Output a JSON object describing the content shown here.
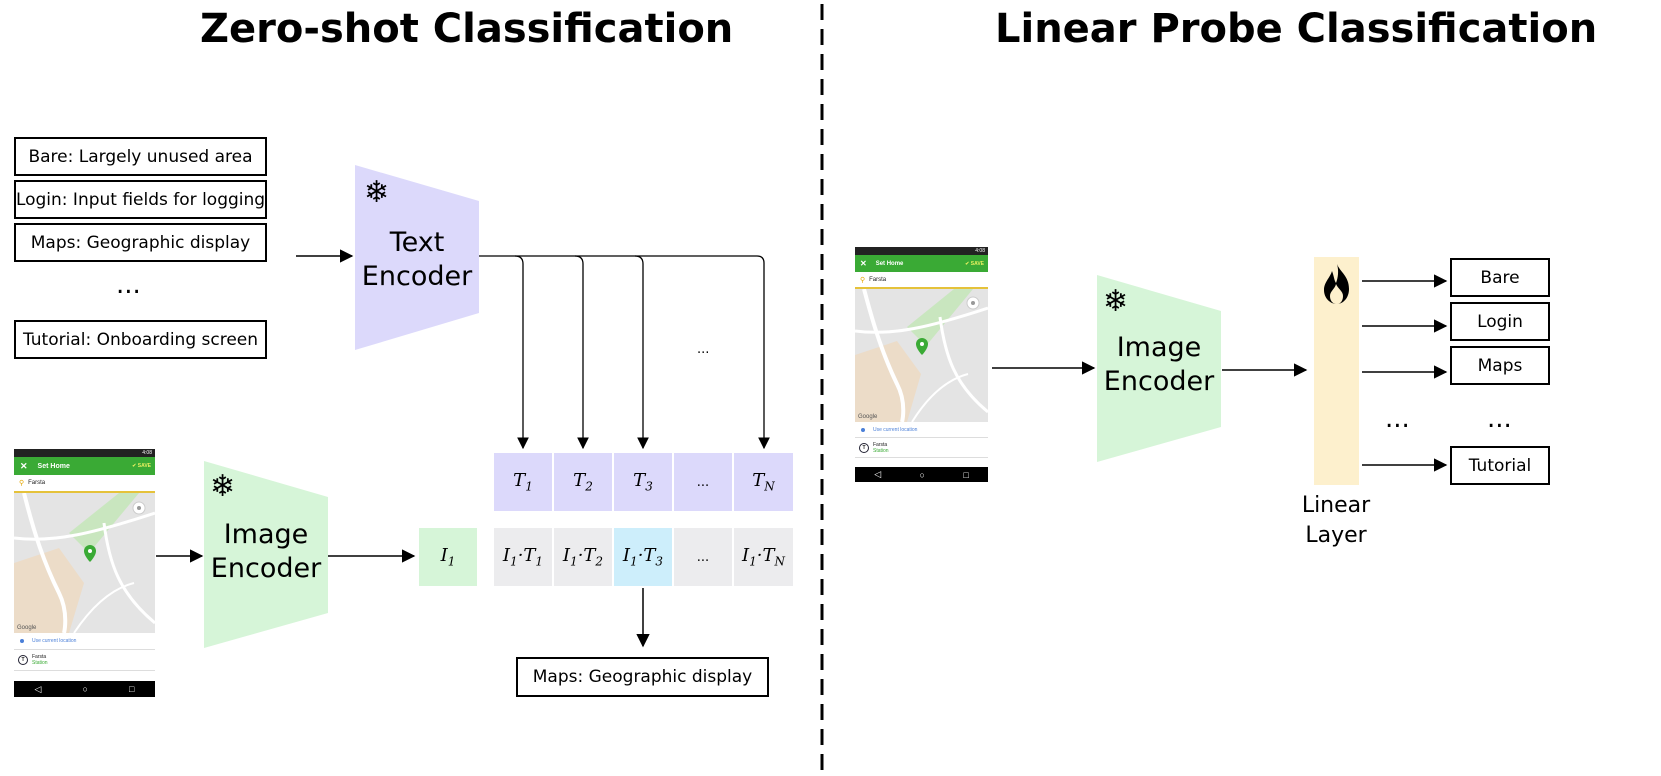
{
  "titles": {
    "left": "Zero-shot Classification",
    "right": "Linear Probe Classification"
  },
  "prompts": [
    "Bare: Largely unused area",
    "Login: Input fields for logging",
    "Maps: Geographic display",
    "...",
    "Tutorial: Onboarding screen"
  ],
  "text_encoder": {
    "line1": "Text",
    "line2": "Encoder"
  },
  "image_encoder": {
    "line1": "Image",
    "line2": "Encoder"
  },
  "ellipsis": "...",
  "text_features": [
    "T1",
    "T2",
    "T3",
    "...",
    "TN"
  ],
  "image_feature": "I1",
  "similarities": [
    "I1·T1",
    "I1·T2",
    "I1·T3",
    "...",
    "I1·TN"
  ],
  "result": "Maps: Geographic display",
  "phone": {
    "app_title": "Set Home",
    "save_label": "SAVE",
    "search_value": "Farsta",
    "use_location": "Use current location",
    "station_name": "Farsta",
    "station_sub": "Station",
    "map_brand": "Google",
    "time": "4:08"
  },
  "linear_layer": {
    "line1": "Linear",
    "line2": "Layer"
  },
  "classes": [
    "Bare",
    "Login",
    "Maps",
    "...",
    "Tutorial"
  ],
  "colors": {
    "text_encoder": "#dcd9fb",
    "image_encoder": "#d6f5d8",
    "highlight": "#cdeefb",
    "similarity": "#ececee",
    "linear_layer": "#fdf0cd",
    "phone_appbar": "#3aaa35"
  }
}
